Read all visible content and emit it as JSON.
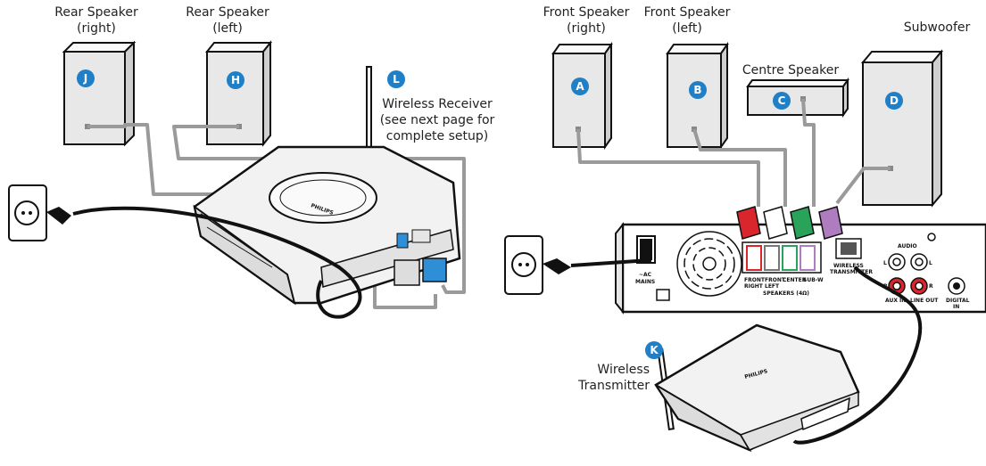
{
  "labels": {
    "rear_right_l1": "Rear Speaker",
    "rear_right_l2": "(right)",
    "rear_left_l1": "Rear Speaker",
    "rear_left_l2": "(left)",
    "wireless_receiver_l1": "Wireless Receiver",
    "wireless_receiver_l2": "(see next page for",
    "wireless_receiver_l3": "complete setup)",
    "front_right_l1": "Front Speaker",
    "front_right_l2": "(right)",
    "front_left_l1": "Front Speaker",
    "front_left_l2": "(left)",
    "centre": "Centre Speaker",
    "subwoofer": "Subwoofer",
    "wireless_transmitter_l1": "Wireless",
    "wireless_transmitter_l2": "Transmitter"
  },
  "badges": {
    "J": "J",
    "H": "H",
    "L": "L",
    "A": "A",
    "B": "B",
    "C": "C",
    "D": "D",
    "K": "K"
  },
  "panel": {
    "ac_l1": "~AC",
    "ac_l2": "MAINS",
    "front_right_l1": "FRONT",
    "front_right_l2": "RIGHT",
    "front_left_l1": "FRONT",
    "front_left_l2": "LEFT",
    "center": "CENTER",
    "sub_w": "SUB-W",
    "speakers": "SPEAKERS (4Ω)",
    "wireless_l1": "WIRELESS",
    "wireless_l2": "TRANSMITTER",
    "audio": "AUDIO",
    "r": "R",
    "l": "L",
    "aux_in": "AUX IN",
    "line_out": "LINE OUT",
    "digital_l1": "DIGITAL",
    "digital_l2": "IN"
  },
  "device_brand": "PHILIPS",
  "colors": {
    "badge": "#1f7fc7",
    "wire": "#9a9a9a",
    "cable": "#111111",
    "red_plug": "#d9262c",
    "green_plug": "#2aa35a",
    "purple_plug": "#b07cc0",
    "blue_plug": "#2f8fd6",
    "speaker_fill": "#e8e8e8"
  }
}
